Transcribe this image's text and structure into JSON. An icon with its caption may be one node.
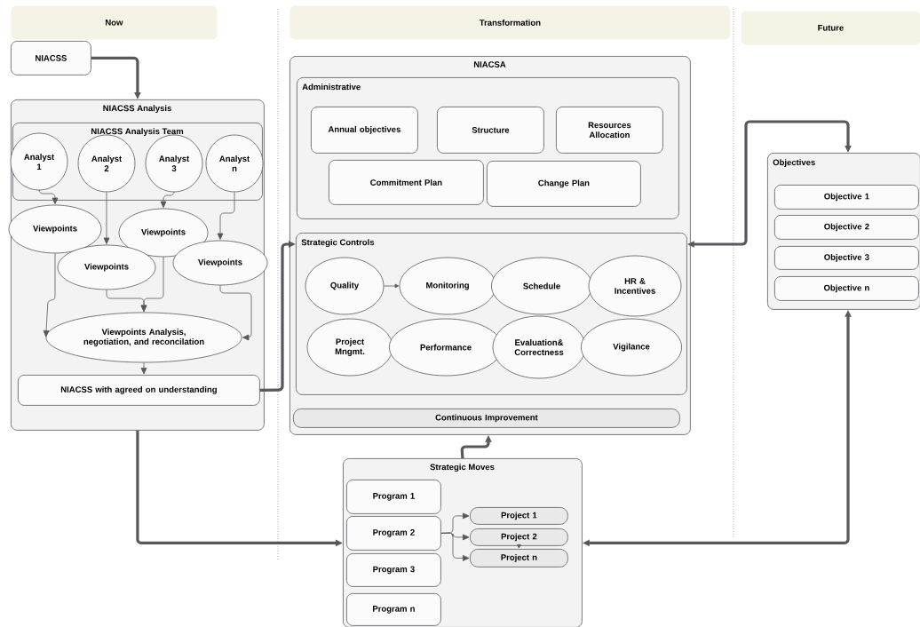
{
  "diagram": {
    "nodes": [
      {
        "text": [
          "Now"
        ]
      },
      {
        "text": [
          "Transformation"
        ]
      },
      {
        "text": [
          "Future"
        ]
      },
      {
        "text": [
          "NIACSS"
        ]
      },
      {
        "text": [
          "NIACSS Analysis"
        ]
      },
      {
        "text": [
          "NIACSS Analysis Team"
        ],
        "in": 4
      },
      {
        "text": [
          "Analyst 1"
        ],
        "in": 5
      },
      {
        "text": [
          "Analyst 2"
        ],
        "in": 5
      },
      {
        "text": [
          "Analyst 3"
        ],
        "in": 5
      },
      {
        "text": [
          "Analyst n"
        ],
        "in": 5
      },
      {
        "text": [
          "Viewpoints"
        ],
        "in": 4
      },
      {
        "text": [
          "Viewpoints"
        ],
        "in": 4
      },
      {
        "text": [
          "Viewpoints"
        ],
        "in": 4
      },
      {
        "text": [
          "Viewpoints"
        ],
        "in": 4
      },
      {
        "text": [
          "Viewpoints Analysis, negotiation, and reconcilation"
        ],
        "in": 4
      },
      {
        "text": [
          "NIACSS with agreed on understanding"
        ],
        "in": 4
      },
      {
        "text": [
          "NIACSA"
        ]
      },
      {
        "text": [
          "Administrative"
        ],
        "in": 16
      },
      {
        "text": [
          "Annual objectives"
        ],
        "in": 17
      },
      {
        "text": [
          "Structure"
        ],
        "in": 17
      },
      {
        "text": [
          "Resources Allocation"
        ],
        "in": 17
      },
      {
        "text": [
          "Commitment Plan"
        ],
        "in": 17
      },
      {
        "text": [
          "Change Plan"
        ],
        "in": 17
      },
      {
        "text": [
          "Strategic Controls"
        ],
        "in": 16
      },
      {
        "text": [
          "Quality"
        ],
        "in": 23
      },
      {
        "text": [
          "Monitoring"
        ],
        "in": 23
      },
      {
        "text": [
          "Schedule"
        ],
        "in": 23
      },
      {
        "text": [
          "HR & Incentives"
        ],
        "in": 23
      },
      {
        "text": [
          "Project Mngmt."
        ],
        "in": 23
      },
      {
        "text": [
          "Performance"
        ],
        "in": 23
      },
      {
        "text": [
          "Evaluation& Correctness"
        ],
        "in": 23
      },
      {
        "text": [
          "Vigilance"
        ],
        "in": 23
      },
      {
        "text": [
          "Continuous Improvement"
        ],
        "in": 16
      },
      {
        "text": [
          "Strategic Moves"
        ]
      },
      {
        "text": [
          "Program 1"
        ],
        "in": 33
      },
      {
        "text": [
          "Program 2"
        ],
        "in": 33
      },
      {
        "text": [
          "Program 3"
        ],
        "in": 33
      },
      {
        "text": [
          "Program n"
        ],
        "in": 33
      },
      {
        "text": [
          "Project 1"
        ],
        "in": 33
      },
      {
        "text": [
          "Project 2"
        ],
        "in": 33
      },
      {
        "text": [
          "Project n"
        ],
        "in": 33
      },
      {
        "text": [
          "Objectives"
        ]
      },
      {
        "text": [
          "Objective 1"
        ],
        "in": 41
      },
      {
        "text": [
          "Objective 2"
        ],
        "in": 41
      },
      {
        "text": [
          "Objective 3"
        ],
        "in": 41
      },
      {
        "text": [
          "Objective n"
        ],
        "in": 41
      }
    ],
    "edges": [
      {
        "from": 3,
        "to": 4,
        "arrow": "to",
        "style": "thick"
      },
      {
        "from": 6,
        "to": 10,
        "arrow": "to"
      },
      {
        "from": 7,
        "to": 12,
        "arrow": "to"
      },
      {
        "from": 8,
        "to": 11,
        "arrow": "to"
      },
      {
        "from": 9,
        "to": 13,
        "arrow": "to"
      },
      {
        "from": 10,
        "to": 14,
        "arrow": "to"
      },
      {
        "from": 12,
        "to": 14,
        "arrow": "to"
      },
      {
        "from": 11,
        "to": 14,
        "arrow": "to"
      },
      {
        "from": 13,
        "to": 14,
        "arrow": "to"
      },
      {
        "from": 14,
        "to": 15,
        "arrow": "to"
      },
      {
        "from": 15,
        "to": 23,
        "arrow": "to",
        "style": "thick"
      },
      {
        "from": 23,
        "to": 41,
        "arrow": "both",
        "style": "thick"
      },
      {
        "from": 4,
        "to": 33,
        "arrow": "to",
        "style": "thick"
      },
      {
        "from": 33,
        "to": 16,
        "arrow": "to",
        "style": "thick"
      },
      {
        "from": 33,
        "to": 41,
        "arrow": "both",
        "style": "thick"
      },
      {
        "from": 35,
        "to": 38,
        "arrow": "to"
      },
      {
        "from": 35,
        "to": 39,
        "arrow": "to"
      },
      {
        "from": 35,
        "to": 40,
        "arrow": "to"
      },
      {
        "from": 24,
        "to": 25,
        "arrow": "to"
      },
      {
        "from": 39,
        "to": 40,
        "arrow": "to"
      }
    ]
  }
}
